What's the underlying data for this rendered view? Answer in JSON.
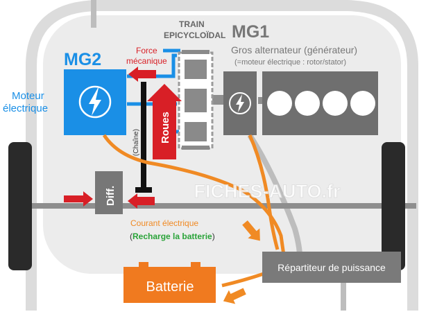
{
  "colors": {
    "background": "#ffffff",
    "panel": "#e9e9e9",
    "chassis_outline": "#dcdcdc",
    "motor_blue": "#1a8fe6",
    "gray_box": "#7a7a7a",
    "dark_box": "#6b6b6b",
    "force_red": "#d81f26",
    "current_orange": "#f08a24",
    "battery_orange": "#f07a1f",
    "recharge_green": "#2aa339",
    "tire": "#2a2a2a"
  },
  "labels": {
    "mg2": "MG2",
    "moteur_line1": "Moteur",
    "moteur_line2": "électrique",
    "force_line1": "Force",
    "force_line2": "mécanique",
    "train_line1": "TRAIN",
    "train_line2": "EPICYCLOÏDAL",
    "mg1": "MG1",
    "gros_alternateur": "Gros alternateur (générateur)",
    "moteur_electrique_note": "(=moteur électrique : rotor/stator)",
    "chaine": "(Chaîne)",
    "roues": "Roues",
    "diff": "Diff.",
    "watermark": "FICHES-AUTO.fr",
    "courant": "Courant électrique",
    "recharge_open": "(",
    "recharge": "Recharge la batterie",
    "recharge_close": ")",
    "repartiteur": "Répartiteur de puissance",
    "batterie": "Batterie"
  },
  "icons": {
    "mg2_symbol": "lightning-bolt-icon",
    "mg1_symbol": "lightning-bolt-icon",
    "engine_cylinders": "cylinder-circles"
  }
}
